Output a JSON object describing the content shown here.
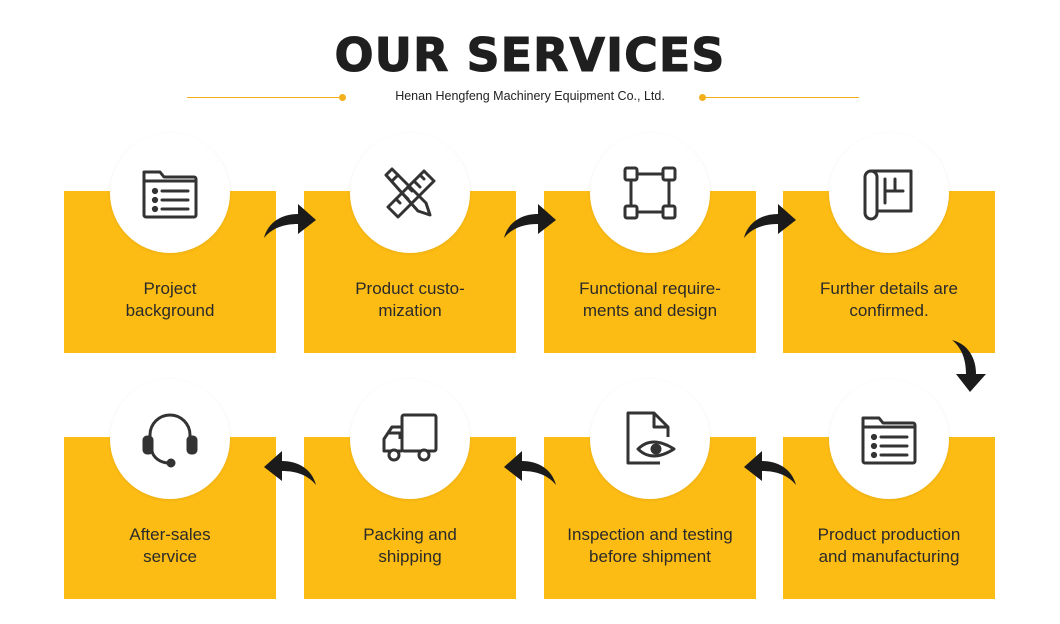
{
  "header": {
    "title": "OUR SERVICES",
    "company": "Henan Hengfeng Machinery Equipment Co., Ltd."
  },
  "steps": [
    {
      "line1": "Project",
      "line2": "background",
      "icon": "folder-list-icon"
    },
    {
      "line1": "Product custo-",
      "line2": "mization",
      "icon": "pencil-ruler-icon"
    },
    {
      "line1": "Functional require-",
      "line2": "ments and design",
      "icon": "vector-square-icon"
    },
    {
      "line1": "Further details are",
      "line2": "confirmed.",
      "icon": "blueprint-scroll-icon"
    },
    {
      "line1": "Product production",
      "line2": "and manufacturing",
      "icon": "folder-list-icon"
    },
    {
      "line1": "Inspection and testing",
      "line2": "before shipment",
      "icon": "document-eye-icon"
    },
    {
      "line1": "Packing and",
      "line2": "shipping",
      "icon": "delivery-truck-icon"
    },
    {
      "line1": "After-sales",
      "line2": "service",
      "icon": "headset-icon"
    }
  ],
  "colors": {
    "card": "#fdbc14",
    "accent": "#f3b01a",
    "text": "#2a2a2a",
    "icon": "#333333"
  }
}
